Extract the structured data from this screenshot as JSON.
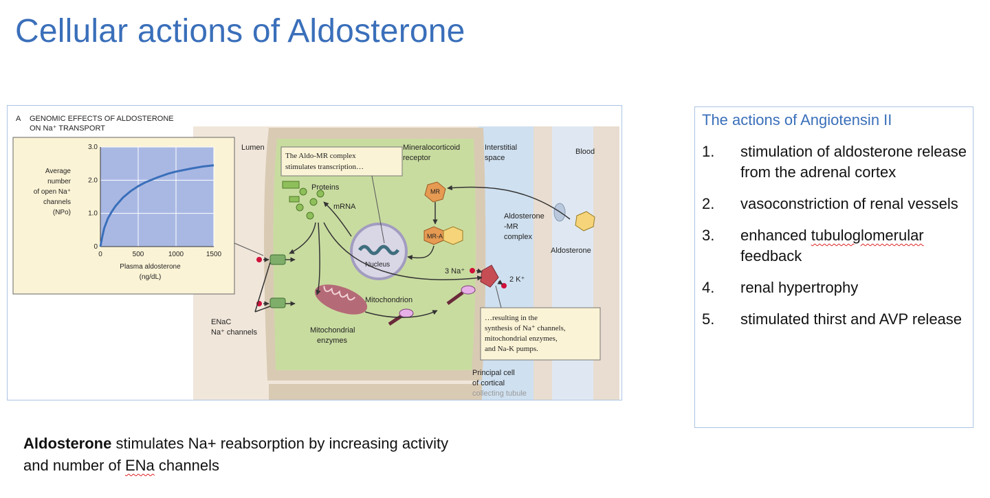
{
  "slide": {
    "title": "Cellular actions of Aldosterone"
  },
  "figure": {
    "panel_label": "A",
    "panel_title_line1": "GENOMIC EFFECTS OF ALDOSTERONE",
    "panel_title_line2": "ON Na⁺ TRANSPORT",
    "labels": {
      "lumen": "Lumen",
      "interstitial_line1": "Interstitial",
      "interstitial_line2": "space",
      "blood": "Blood",
      "mineralocorticoid_line1": "Mineralocorticoid",
      "mineralocorticoid_line2": "receptor",
      "mr": "MR",
      "mr_a": "MR-A",
      "aldo_mr_line1": "Aldosterone",
      "aldo_mr_line2": "-MR",
      "aldo_mr_line3": "complex",
      "aldosterone": "Aldosterone",
      "proteins": "Proteins",
      "mrna": "mRNA",
      "nucleus": "Nucleus",
      "mitochondrion": "Mitochondrion",
      "mito_enzymes_line1": "Mitochondrial",
      "mito_enzymes_line2": "enzymes",
      "enac_line1": "ENaC",
      "enac_line2": "Na⁺ channels",
      "three_na": "3 Na⁺",
      "two_k": "2 K⁺",
      "principal_line1": "Principal cell",
      "principal_line2": "of cortical",
      "principal_line3": "collecting tubule"
    },
    "callout_top": [
      "The Aldo-MR complex",
      "stimulates transcription…"
    ],
    "callout_bottom": [
      "…resulting in the",
      "synthesis of Na⁺ channels,",
      "mitochondrial enzymes,",
      "and Na-K pumps."
    ]
  },
  "chart_data": {
    "type": "line",
    "xlabel": "Plasma aldosterone (ng/dL)",
    "ylabel": "Average number of open Na⁺ channels (NPo)",
    "ylabel_lines": [
      "Average",
      "number",
      "of open Na⁺",
      "channels",
      "(NPo)"
    ],
    "xlabel_lines": [
      "Plasma aldosterone",
      "(ng/dL)"
    ],
    "xlim": [
      0,
      1500
    ],
    "ylim": [
      0,
      3.0
    ],
    "x_ticks": [
      "0",
      "500",
      "1000",
      "1500"
    ],
    "y_ticks": [
      "0",
      "1.0",
      "2.0",
      "3.0"
    ],
    "grid": true,
    "series": [
      {
        "x": [
          0,
          25,
          50,
          100,
          150,
          200,
          300,
          400,
          500,
          600,
          750,
          900,
          1000,
          1200,
          1350,
          1500
        ],
        "y": [
          0,
          0.3,
          0.55,
          0.85,
          1.05,
          1.22,
          1.48,
          1.67,
          1.82,
          1.94,
          2.08,
          2.2,
          2.26,
          2.35,
          2.41,
          2.45
        ]
      }
    ],
    "colors": {
      "line": "#3a6fba",
      "plot_bg": "#a9b8e3"
    }
  },
  "angiotensin": {
    "title": "The actions of Angiotensin II",
    "items": [
      {
        "num": "1.",
        "text": "stimulation of aldosterone release from the adrenal cortex"
      },
      {
        "num": "2.",
        "text": "vasoconstriction of renal vessels"
      },
      {
        "num": "3.",
        "text_before": "enhanced ",
        "text_marked": "tubuloglomerular",
        "text_after": " feedback"
      },
      {
        "num": "4.",
        "text": "renal hypertrophy"
      },
      {
        "num": "5.",
        "text": "stimulated thirst and AVP release"
      }
    ]
  },
  "caption": {
    "bold": "Aldosterone",
    "line1_rest": " stimulates Na+ reabsorption by increasing activity",
    "line2_before": "and number of ",
    "line2_marked": "ENa",
    "line2_after": " channels"
  },
  "colors": {
    "title_blue": "#3a6fba",
    "border_blue": "#aac4e4",
    "cell_green": "#c9dca0",
    "interstitial_blue": "#cfe0f0",
    "membrane_tan": "#d9cab4",
    "callout_bg": "#fbf3d6"
  }
}
